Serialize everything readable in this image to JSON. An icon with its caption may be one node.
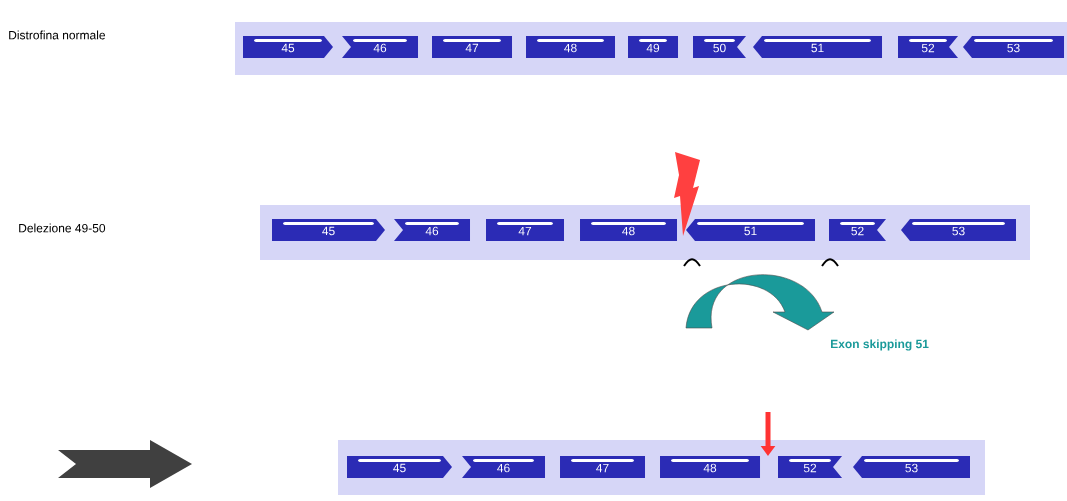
{
  "diagram": {
    "nodes": [
      {
        "text": [
          "45"
        ]
      },
      {
        "text": [
          "46"
        ]
      },
      {
        "text": [
          "47"
        ]
      },
      {
        "text": [
          "48"
        ]
      },
      {
        "text": [
          "49"
        ]
      },
      {
        "text": [
          "50"
        ]
      },
      {
        "text": [
          "51"
        ]
      },
      {
        "text": [
          "52"
        ]
      },
      {
        "text": [
          "53"
        ]
      },
      {
        "text": [
          "45"
        ]
      },
      {
        "text": [
          "46"
        ]
      },
      {
        "text": [
          "47"
        ]
      },
      {
        "text": [
          "48"
        ]
      },
      {
        "text": [
          "51"
        ]
      },
      {
        "text": [
          "52"
        ]
      },
      {
        "text": [
          "53"
        ]
      },
      {
        "text": [
          "45"
        ]
      },
      {
        "text": [
          "46"
        ]
      },
      {
        "text": [
          "47"
        ]
      },
      {
        "text": [
          "48"
        ]
      },
      {
        "text": [
          "52"
        ]
      },
      {
        "text": [
          "53"
        ]
      }
    ],
    "labels": [
      "Distrofina normale",
      "Delezione 49-50",
      "Exon skipping 51"
    ]
  }
}
